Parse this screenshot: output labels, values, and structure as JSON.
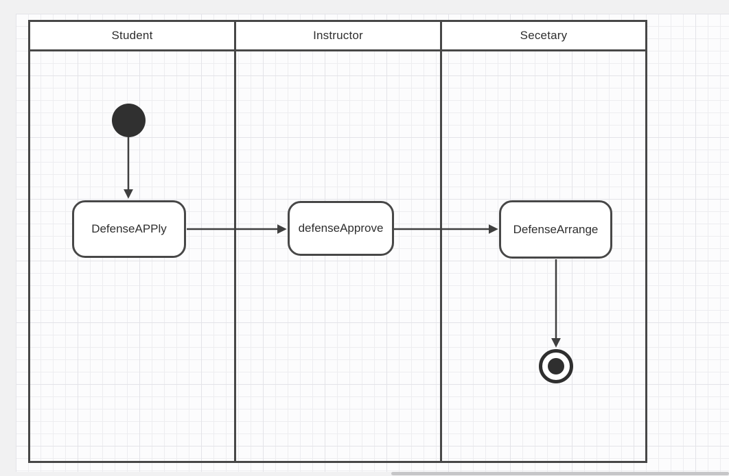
{
  "colors": {
    "margin_bg": "#f1f1f2",
    "canvas_bg": "#fcfcfd",
    "grid_line": "#ededf0",
    "shape_border": "#474747",
    "shape_fill": "#ffffff",
    "node_fill": "#303030",
    "text": "#2e2e2e",
    "scrollbar_thumb": "#c6c6c8"
  },
  "diagram": {
    "type": "uml-activity-swimlane",
    "lanes": [
      {
        "label": "Student"
      },
      {
        "label": "Instructor"
      },
      {
        "label": "Secetary"
      }
    ],
    "nodes": [
      {
        "id": "initial",
        "type": "initial-node",
        "label": "",
        "lane": "Student"
      },
      {
        "id": "defense-apply",
        "type": "action",
        "label": "DefenseAPPly",
        "lane": "Student"
      },
      {
        "id": "defense-approve",
        "type": "action",
        "label": "defenseApprove",
        "lane": "Instructor"
      },
      {
        "id": "defense-arrange",
        "type": "action",
        "label": "DefenseArrange",
        "lane": "Secetary"
      },
      {
        "id": "final",
        "type": "activity-final-node",
        "label": "",
        "lane": "Secetary"
      }
    ],
    "edges": [
      {
        "from": "initial",
        "to": "defense-apply"
      },
      {
        "from": "defense-apply",
        "to": "defense-approve"
      },
      {
        "from": "defense-approve",
        "to": "defense-arrange"
      },
      {
        "from": "defense-arrange",
        "to": "final"
      }
    ]
  }
}
